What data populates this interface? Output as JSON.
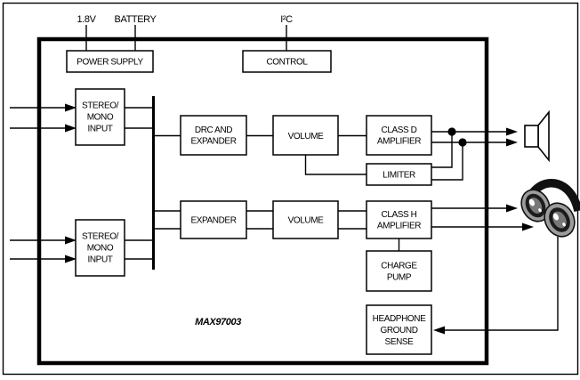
{
  "part_number": "MAX97003",
  "pins": {
    "v18": "1.8V",
    "battery": "BATTERY",
    "i2c": "I²C"
  },
  "blocks": {
    "power_supply": {
      "label": "POWER SUPPLY"
    },
    "control": {
      "label": "CONTROL"
    },
    "input_a": {
      "lines": [
        "STEREO/",
        "MONO",
        "INPUT"
      ]
    },
    "input_b": {
      "lines": [
        "STEREO/",
        "MONO",
        "INPUT"
      ]
    },
    "drc_expander": {
      "lines": [
        "DRC AND",
        "EXPANDER"
      ]
    },
    "volume_a": {
      "label": "VOLUME"
    },
    "class_d": {
      "lines": [
        "CLASS D",
        "AMPLIFIER"
      ]
    },
    "limiter": {
      "label": "LIMITER"
    },
    "expander": {
      "label": "EXPANDER"
    },
    "volume_b": {
      "label": "VOLUME"
    },
    "class_h": {
      "lines": [
        "CLASS H",
        "AMPLIFIER"
      ]
    },
    "charge_pump": {
      "lines": [
        "CHARGE",
        "PUMP"
      ]
    },
    "hp_ground_sense": {
      "lines": [
        "HEADPHONE",
        "GROUND",
        "SENSE"
      ]
    }
  },
  "icons": {
    "speaker": "speaker-icon",
    "headphones": "headphones-icon"
  },
  "colors": {
    "background": "#ffffff",
    "line": "#000000",
    "headphone_band": "#111111",
    "cup_rim_gray": "#9c9c9c",
    "cup_ring_dark": "#1c1c1c",
    "cup_inner_gray": "#787878",
    "highlight": "#ffffff"
  }
}
